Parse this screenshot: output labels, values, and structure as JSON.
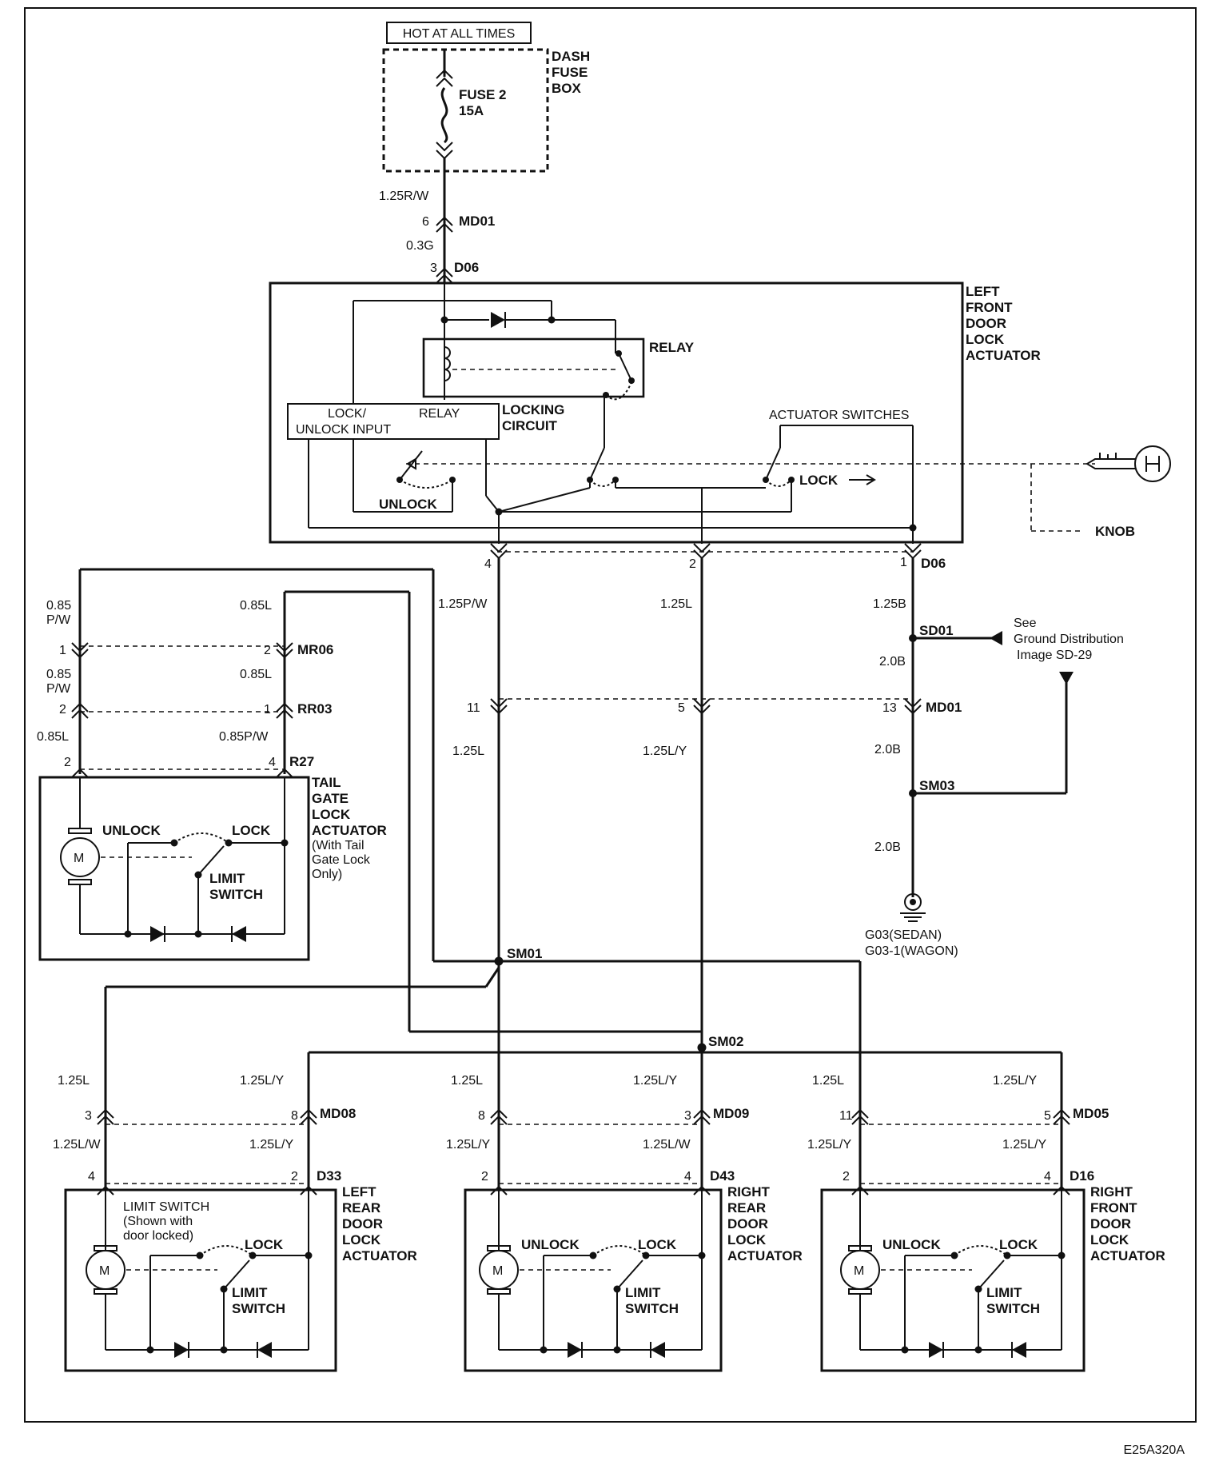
{
  "diagram": {
    "hot_label": "HOT AT ALL TIMES",
    "fuse_box_label": [
      "DASH",
      "FUSE",
      "BOX"
    ],
    "fuse_label": [
      "FUSE 2",
      "15A"
    ],
    "wire_top_1": "1.25R/W",
    "md01_top": {
      "pin": "6",
      "name": "MD01"
    },
    "wire_top_2": "0.3G",
    "d06_top": {
      "pin": "3",
      "name": "D06"
    },
    "lf_actuator_label": [
      "LEFT",
      "FRONT",
      "DOOR",
      "LOCK",
      "ACTUATOR"
    ],
    "relay_label": "RELAY",
    "lock_unlock_input": [
      "LOCK/",
      "UNLOCK INPUT"
    ],
    "relay_small": "RELAY",
    "locking_circuit": [
      "LOCKING",
      "CIRCUIT"
    ],
    "actuator_switches": "ACTUATOR SWITCHES",
    "unlock_label": "UNLOCK",
    "lock_arrow_label": "LOCK",
    "knob_label": "KNOB",
    "d06_pins": [
      "4",
      "2",
      "1"
    ],
    "d06_bottom": "D06",
    "wire_125pw": "1.25P/W",
    "wire_125l": "1.25L",
    "wire_125b": "1.25B",
    "sd01": "SD01",
    "ground_note": [
      "See",
      "Ground Distribution",
      "Image  SD-29"
    ],
    "wire_20b": "2.0B",
    "md01_mid": {
      "pins": [
        "11",
        "5",
        "13"
      ],
      "name": "MD01"
    },
    "wire_125l_2": "1.25L",
    "wire_125ly": "1.25L/Y",
    "sm03": "SM03",
    "ground_label": [
      "G03(SEDAN)",
      "G03-1(WAGON)"
    ],
    "tailgate": {
      "wire_085pw": [
        "0.85",
        "P/W"
      ],
      "wire_085l": "0.85L",
      "mr06": {
        "pins": [
          "1",
          "2"
        ],
        "name": "MR06"
      },
      "rr03": {
        "pins": [
          "2",
          "1"
        ],
        "name": "RR03"
      },
      "wire_085l_b": "0.85L",
      "wire_085pw_b": "0.85P/W",
      "r27": {
        "pins": [
          "2",
          "4"
        ],
        "name": "R27"
      },
      "label": [
        "TAIL",
        "GATE",
        "LOCK",
        "ACTUATOR"
      ],
      "note": [
        "(With Tail",
        "Gate Lock",
        "Only)"
      ],
      "unlock": "UNLOCK",
      "lock": "LOCK",
      "limit": [
        "LIMIT",
        "SWITCH"
      ],
      "motor": "M"
    },
    "sm01": "SM01",
    "sm02": "SM02",
    "left_rear": {
      "wire_top_a": "1.25L",
      "wire_top_b": "1.25L/Y",
      "conn_a": {
        "pins": [
          "3",
          "8"
        ],
        "name": "MD08"
      },
      "wire_mid_a": "1.25L/W",
      "wire_mid_b": "1.25L/Y",
      "conn_b": {
        "pins": [
          "4",
          "2"
        ],
        "name": "D33"
      },
      "label": [
        "LEFT",
        "REAR",
        "DOOR",
        "LOCK",
        "ACTUATOR"
      ],
      "limit_note": [
        "LIMIT SWITCH",
        "(Shown with",
        "door locked)"
      ],
      "lock": "LOCK",
      "limit": [
        "LIMIT",
        "SWITCH"
      ],
      "motor": "M"
    },
    "right_rear": {
      "wire_top_a": "1.25L",
      "wire_top_b": "1.25L/Y",
      "conn_a": {
        "pins": [
          "8",
          "3"
        ],
        "name": "MD09"
      },
      "wire_mid_a": "1.25L/Y",
      "wire_mid_b": "1.25L/W",
      "conn_b": {
        "pins": [
          "2",
          "4"
        ],
        "name": "D43"
      },
      "label": [
        "RIGHT",
        "REAR",
        "DOOR",
        "LOCK",
        "ACTUATOR"
      ],
      "unlock": "UNLOCK",
      "lock": "LOCK",
      "limit": [
        "LIMIT",
        "SWITCH"
      ],
      "motor": "M"
    },
    "right_front": {
      "wire_top_a": "1.25L",
      "wire_top_b": "1.25L/Y",
      "conn_a": {
        "pins": [
          "11",
          "5"
        ],
        "name": "MD05"
      },
      "wire_mid_a": "1.25L/Y",
      "wire_mid_b": "1.25L/Y",
      "conn_b": {
        "pins": [
          "2",
          "4"
        ],
        "name": "D16"
      },
      "label": [
        "RIGHT",
        "FRONT",
        "DOOR",
        "LOCK",
        "ACTUATOR"
      ],
      "unlock": "UNLOCK",
      "lock": "LOCK",
      "limit": [
        "LIMIT",
        "SWITCH"
      ],
      "motor": "M"
    },
    "figure_code": "E25A320A"
  }
}
